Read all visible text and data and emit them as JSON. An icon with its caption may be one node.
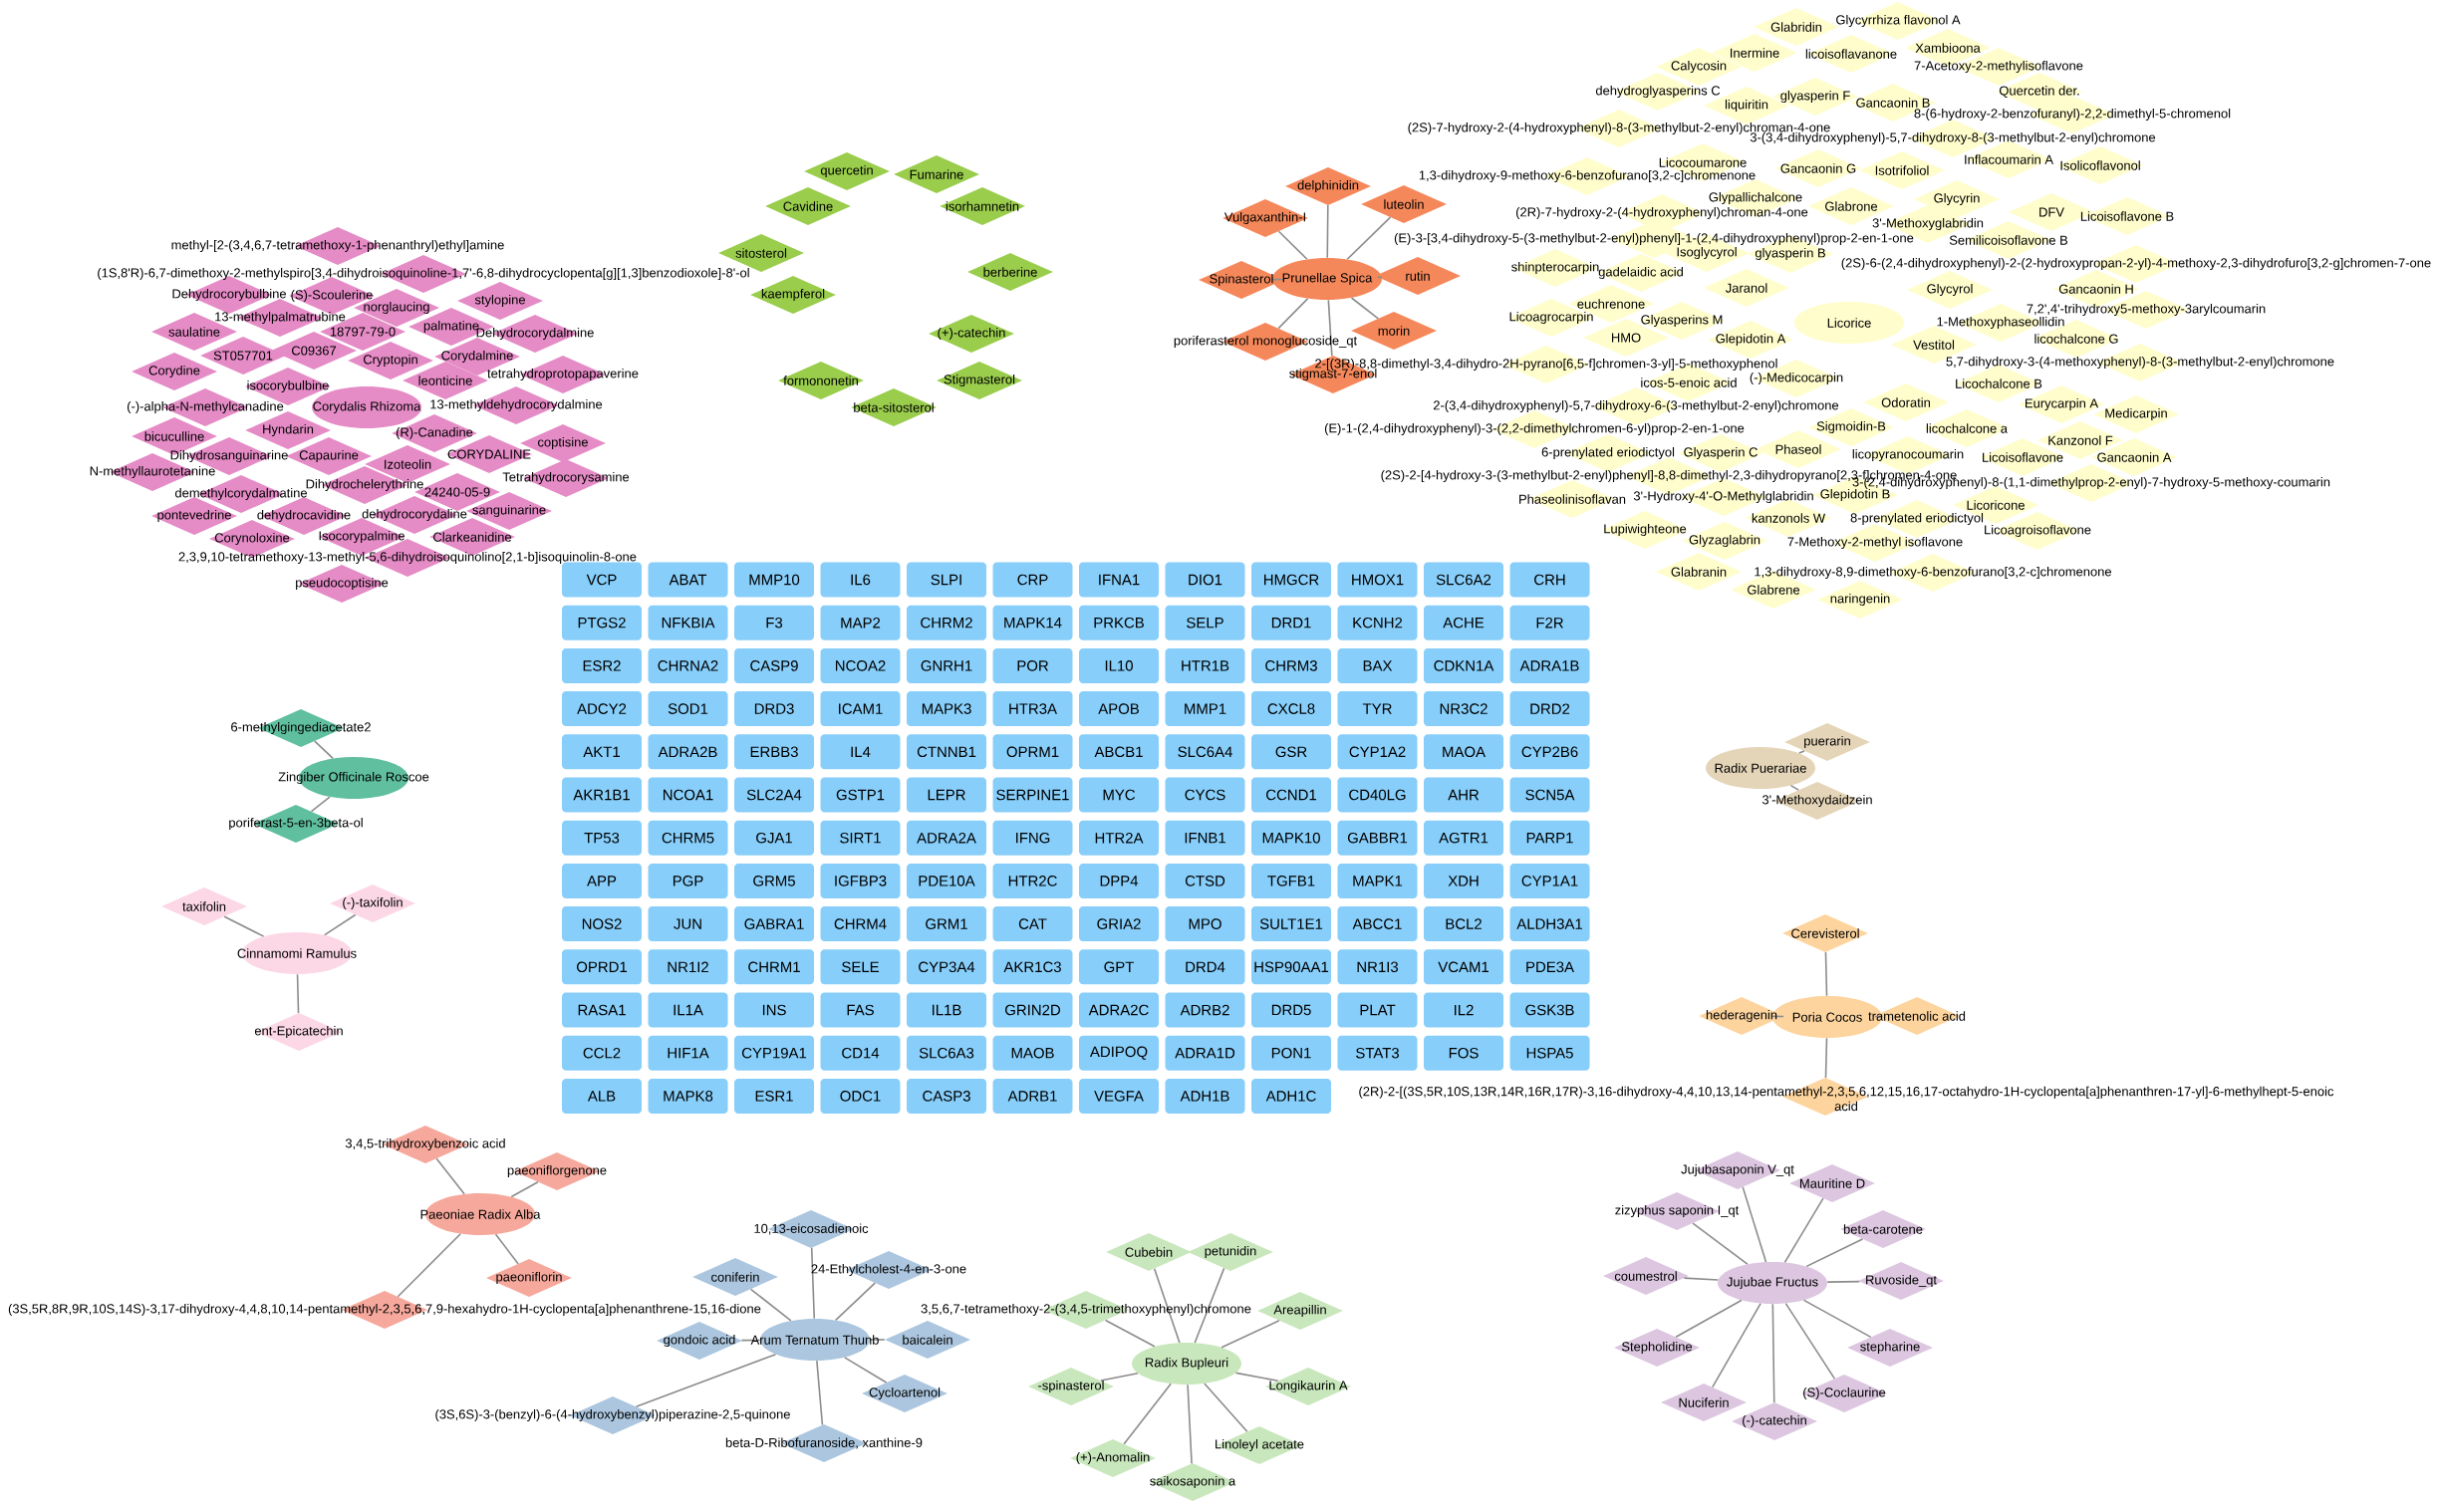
{
  "diagram": {
    "nodes": [
      {
        "text": [
          "Corydalis Rhizoma"
        ]
      },
      {
        "text": [
          "methyl-[2-(3,4,6,7-tetramethoxy-1-phenanthryl)ethyl]amine"
        ]
      },
      {
        "text": [
          "(1S,8'R)-6,7-dimethoxy-2-methylspiro[3,4-dihydroisoquinoline-1,7'-6,8-dihydrocyclopenta[g][1,3]benzodioxole]-8'-ol"
        ]
      },
      {
        "text": [
          "Dehydrocorybulbine"
        ]
      },
      {
        "text": [
          "(S)-Scoulerine"
        ]
      },
      {
        "text": [
          "norglaucing"
        ]
      },
      {
        "text": [
          "stylopine"
        ]
      },
      {
        "text": [
          "13-methylpalmatrubine"
        ]
      },
      {
        "text": [
          "saulatine"
        ]
      },
      {
        "text": [
          "18797-79-0"
        ]
      },
      {
        "text": [
          "palmatine"
        ]
      },
      {
        "text": [
          "Dehydrocorydalmine"
        ]
      },
      {
        "text": [
          "ST057701"
        ]
      },
      {
        "text": [
          "C09367"
        ]
      },
      {
        "text": [
          "Cryptopin"
        ]
      },
      {
        "text": [
          "Corydalmine"
        ]
      },
      {
        "text": [
          "Corydine"
        ]
      },
      {
        "text": [
          "leonticine"
        ]
      },
      {
        "text": [
          "tetrahydroprotopapaverine"
        ]
      },
      {
        "text": [
          "isocorybulbine"
        ]
      },
      {
        "text": [
          "(-)-alpha-N-methylcanadine"
        ]
      },
      {
        "text": [
          "13-methyldehydrocorydalmine"
        ]
      },
      {
        "text": [
          "bicuculline"
        ]
      },
      {
        "text": [
          "Hyndarin"
        ]
      },
      {
        "text": [
          "(R)-Canadine"
        ]
      },
      {
        "text": [
          "coptisine"
        ]
      },
      {
        "text": [
          "Dihydrosanguinarine"
        ]
      },
      {
        "text": [
          "Capaurine"
        ]
      },
      {
        "text": [
          "CORYDALINE"
        ]
      },
      {
        "text": [
          "N-methyllaurotetanine"
        ]
      },
      {
        "text": [
          "Izoteolin"
        ]
      },
      {
        "text": [
          "Tetrahydrocorysamine"
        ]
      },
      {
        "text": [
          "Dihydrochelerythrine"
        ]
      },
      {
        "text": [
          "demethylcorydalmatine"
        ]
      },
      {
        "text": [
          "24240-05-9"
        ]
      },
      {
        "text": [
          "pontevedrine"
        ]
      },
      {
        "text": [
          "dehydrocavidine"
        ]
      },
      {
        "text": [
          "dehydrocorydaline"
        ]
      },
      {
        "text": [
          "sanguinarine"
        ]
      },
      {
        "text": [
          "Corynoloxine"
        ]
      },
      {
        "text": [
          "Isocorypalmine"
        ]
      },
      {
        "text": [
          "Clarkeanidine"
        ]
      },
      {
        "text": [
          "2,3,9,10-tetramethoxy-13-methyl-5,6-dihydroisoquinolino[2,1-b]isoquinolin-8-one"
        ]
      },
      {
        "text": [
          "pseudocoptisine"
        ]
      },
      {
        "text": [
          "quercetin"
        ]
      },
      {
        "text": [
          "Fumarine"
        ]
      },
      {
        "text": [
          "Cavidine"
        ]
      },
      {
        "text": [
          "isorhamnetin"
        ]
      },
      {
        "text": [
          "sitosterol"
        ]
      },
      {
        "text": [
          "berberine"
        ]
      },
      {
        "text": [
          "kaempferol"
        ]
      },
      {
        "text": [
          "(+)-catechin"
        ]
      },
      {
        "text": [
          "formononetin"
        ]
      },
      {
        "text": [
          "Stigmasterol"
        ]
      },
      {
        "text": [
          "beta-sitosterol"
        ]
      },
      {
        "text": [
          "Prunellae Spica"
        ]
      },
      {
        "text": [
          "delphinidin"
        ]
      },
      {
        "text": [
          "Vulgaxanthin-I"
        ]
      },
      {
        "text": [
          "luteolin"
        ]
      },
      {
        "text": [
          "Spinasterol"
        ]
      },
      {
        "text": [
          "rutin"
        ]
      },
      {
        "text": [
          "morin"
        ]
      },
      {
        "text": [
          "poriferasterol monoglucoside_qt"
        ]
      },
      {
        "text": [
          "stigmast-7-enol"
        ]
      },
      {
        "text": [
          "Licorice"
        ]
      },
      {
        "text": [
          "Glycyrrhiza flavonol A"
        ]
      },
      {
        "text": [
          "Glabridin"
        ]
      },
      {
        "text": [
          "Xambioona"
        ]
      },
      {
        "text": [
          "Inermine"
        ]
      },
      {
        "text": [
          "licoisoflavanone"
        ]
      },
      {
        "text": [
          "Calycosin"
        ]
      },
      {
        "text": [
          "7-Acetoxy-2-methylisoflavone"
        ]
      },
      {
        "text": [
          "dehydroglyasperins C"
        ]
      },
      {
        "text": [
          "Quercetin der."
        ]
      },
      {
        "text": [
          "glyasperin F"
        ]
      },
      {
        "text": [
          "Gancaonin B"
        ]
      },
      {
        "text": [
          "liquiritin"
        ]
      },
      {
        "text": [
          "8-(6-hydroxy-2-benzofuranyl)-2,2-dimethyl-5-chromenol"
        ]
      },
      {
        "text": [
          "(2S)-7-hydroxy-2-(4-hydroxyphenyl)-8-(3-methylbut-2-enyl)chroman-4-one"
        ]
      },
      {
        "text": [
          "3-(3,4-dihydroxyphenyl)-5,7-dihydroxy-8-(3-methylbut-2-enyl)chromone"
        ]
      },
      {
        "text": [
          "Inflacoumarin A"
        ]
      },
      {
        "text": [
          "Licocoumarone"
        ]
      },
      {
        "text": [
          "Isolicoflavonol"
        ]
      },
      {
        "text": [
          "Gancaonin G"
        ]
      },
      {
        "text": [
          "Isotrifoliol"
        ]
      },
      {
        "text": [
          "1,3-dihydroxy-9-methoxy-6-benzofurano[3,2-c]chromenone"
        ]
      },
      {
        "text": [
          "Glypallichalcone"
        ]
      },
      {
        "text": [
          "Glycyrin"
        ]
      },
      {
        "text": [
          "Glabrone"
        ]
      },
      {
        "text": [
          "DFV"
        ]
      },
      {
        "text": [
          "(2R)-7-hydroxy-2-(4-hydroxyphenyl)chroman-4-one"
        ]
      },
      {
        "text": [
          "Licoisoflavone B"
        ]
      },
      {
        "text": [
          "3'-Methoxyglabridin"
        ]
      },
      {
        "text": [
          "(E)-3-[3,4-dihydroxy-5-(3-methylbut-2-enyl)phenyl]-1-(2,4-dihydroxyphenyl)prop-2-en-1-one"
        ]
      },
      {
        "text": [
          "Semilicoisoflavone B"
        ]
      },
      {
        "text": [
          "Isoglycyrol"
        ]
      },
      {
        "text": [
          "glyasperin B"
        ]
      },
      {
        "text": [
          "(2S)-6-(2,4-dihydroxyphenyl)-2-(2-hydroxypropan-2-yl)-4-methoxy-2,3-dihydrofuro[3,2-g]chromen-7-one"
        ]
      },
      {
        "text": [
          "shinpterocarpin"
        ]
      },
      {
        "text": [
          "gadelaidic acid"
        ]
      },
      {
        "text": [
          "Jaranol"
        ]
      },
      {
        "text": [
          "Gancaonin H"
        ]
      },
      {
        "text": [
          "Glycyrol"
        ]
      },
      {
        "text": [
          "euchrenone"
        ]
      },
      {
        "text": [
          "7,2',4'-trihydroxy5-methoxy-3arylcoumarin"
        ]
      },
      {
        "text": [
          "Licoagrocarpin"
        ]
      },
      {
        "text": [
          "Glyasperins M"
        ]
      },
      {
        "text": [
          "1-Methoxyphaseollidin"
        ]
      },
      {
        "text": [
          "HMO"
        ]
      },
      {
        "text": [
          "licochalcone G"
        ]
      },
      {
        "text": [
          "Glepidotin A"
        ]
      },
      {
        "text": [
          "Vestitol"
        ]
      },
      {
        "text": [
          "5,7-dihydroxy-3-(4-methoxyphenyl)-8-(3-methylbut-2-enyl)chromone"
        ]
      },
      {
        "text": [
          "2-[(3R)-8,8-dimethyl-3,4-dihydro-2H-pyrano[6,5-f]chromen-3-yl]-5-methoxyphenol"
        ]
      },
      {
        "text": [
          "(-)-Medicocarpin"
        ]
      },
      {
        "text": [
          "icos-5-enoic acid"
        ]
      },
      {
        "text": [
          "Licochalcone B"
        ]
      },
      {
        "text": [
          "Odoratin"
        ]
      },
      {
        "text": [
          "Eurycarpin A"
        ]
      },
      {
        "text": [
          "2-(3,4-dihydroxyphenyl)-5,7-dihydroxy-6-(3-methylbut-2-enyl)chromone"
        ]
      },
      {
        "text": [
          "Medicarpin"
        ]
      },
      {
        "text": [
          "Sigmoidin-B"
        ]
      },
      {
        "text": [
          "licochalcone a"
        ]
      },
      {
        "text": [
          "(E)-1-(2,4-dihydroxyphenyl)-3-(2,2-dimethylchromen-6-yl)prop-2-en-1-one"
        ]
      },
      {
        "text": [
          "Kanzonol F"
        ]
      },
      {
        "text": [
          "Phaseol"
        ]
      },
      {
        "text": [
          "6-prenylated eriodictyol"
        ]
      },
      {
        "text": [
          "Glyasperin C"
        ]
      },
      {
        "text": [
          "licopyranocoumarin"
        ]
      },
      {
        "text": [
          "Licoisoflavone"
        ]
      },
      {
        "text": [
          "Gancaonin A"
        ]
      },
      {
        "text": [
          "(2S)-2-[4-hydroxy-3-(3-methylbut-2-enyl)phenyl]-8,8-dimethyl-2,3-dihydropyrano[2,3-f]chromen-4-one"
        ]
      },
      {
        "text": [
          "3-(2,4-dihydroxyphenyl)-8-(1,1-dimethylprop-2-enyl)-7-hydroxy-5-methoxy-coumarin"
        ]
      },
      {
        "text": [
          "Glepidotin B"
        ]
      },
      {
        "text": [
          "3'-Hydroxy-4'-O-Methylglabridin"
        ]
      },
      {
        "text": [
          "Phaseolinisoflavan"
        ]
      },
      {
        "text": [
          "Licoricone"
        ]
      },
      {
        "text": [
          "kanzonols W"
        ]
      },
      {
        "text": [
          "8-prenylated eriodictyol"
        ]
      },
      {
        "text": [
          "Lupiwighteone"
        ]
      },
      {
        "text": [
          "Licoagroisoflavone"
        ]
      },
      {
        "text": [
          "Glyzaglabrin"
        ]
      },
      {
        "text": [
          "7-Methoxy-2-methyl isoflavone"
        ]
      },
      {
        "text": [
          "Glabranin"
        ]
      },
      {
        "text": [
          "1,3-dihydroxy-8,9-dimethoxy-6-benzofurano[3,2-c]chromenone"
        ]
      },
      {
        "text": [
          "Glabrene"
        ]
      },
      {
        "text": [
          "naringenin"
        ]
      },
      {
        "text": [
          "VCP"
        ]
      },
      {
        "text": [
          "ABAT"
        ]
      },
      {
        "text": [
          "MMP10"
        ]
      },
      {
        "text": [
          "IL6"
        ]
      },
      {
        "text": [
          "SLPI"
        ]
      },
      {
        "text": [
          "CRP"
        ]
      },
      {
        "text": [
          "IFNA1"
        ]
      },
      {
        "text": [
          "DIO1"
        ]
      },
      {
        "text": [
          "HMGCR"
        ]
      },
      {
        "text": [
          "HMOX1"
        ]
      },
      {
        "text": [
          "SLC6A2"
        ]
      },
      {
        "text": [
          "CRH"
        ]
      },
      {
        "text": [
          "PTGS2"
        ]
      },
      {
        "text": [
          "NFKBIA"
        ]
      },
      {
        "text": [
          "F3"
        ]
      },
      {
        "text": [
          "MAP2"
        ]
      },
      {
        "text": [
          "CHRM2"
        ]
      },
      {
        "text": [
          "MAPK14"
        ]
      },
      {
        "text": [
          "PRKCB"
        ]
      },
      {
        "text": [
          "SELP"
        ]
      },
      {
        "text": [
          "DRD1"
        ]
      },
      {
        "text": [
          "KCNH2"
        ]
      },
      {
        "text": [
          "ACHE"
        ]
      },
      {
        "text": [
          "F2R"
        ]
      },
      {
        "text": [
          "ESR2"
        ]
      },
      {
        "text": [
          "CHRNA2"
        ]
      },
      {
        "text": [
          "CASP9"
        ]
      },
      {
        "text": [
          "NCOA2"
        ]
      },
      {
        "text": [
          "GNRH1"
        ]
      },
      {
        "text": [
          "POR"
        ]
      },
      {
        "text": [
          "IL10"
        ]
      },
      {
        "text": [
          "HTR1B"
        ]
      },
      {
        "text": [
          "CHRM3"
        ]
      },
      {
        "text": [
          "BAX"
        ]
      },
      {
        "text": [
          "CDKN1A"
        ]
      },
      {
        "text": [
          "ADRA1B"
        ]
      },
      {
        "text": [
          "ADCY2"
        ]
      },
      {
        "text": [
          "SOD1"
        ]
      },
      {
        "text": [
          "DRD3"
        ]
      },
      {
        "text": [
          "ICAM1"
        ]
      },
      {
        "text": [
          "MAPK3"
        ]
      },
      {
        "text": [
          "HTR3A"
        ]
      },
      {
        "text": [
          "APOB"
        ]
      },
      {
        "text": [
          "MMP1"
        ]
      },
      {
        "text": [
          "CXCL8"
        ]
      },
      {
        "text": [
          "TYR"
        ]
      },
      {
        "text": [
          "NR3C2"
        ]
      },
      {
        "text": [
          "DRD2"
        ]
      },
      {
        "text": [
          "AKT1"
        ]
      },
      {
        "text": [
          "ADRA2B"
        ]
      },
      {
        "text": [
          "ERBB3"
        ]
      },
      {
        "text": [
          "IL4"
        ]
      },
      {
        "text": [
          "CTNNB1"
        ]
      },
      {
        "text": [
          "OPRM1"
        ]
      },
      {
        "text": [
          "ABCB1"
        ]
      },
      {
        "text": [
          "SLC6A4"
        ]
      },
      {
        "text": [
          "GSR"
        ]
      },
      {
        "text": [
          "CYP1A2"
        ]
      },
      {
        "text": [
          "MAOA"
        ]
      },
      {
        "text": [
          "CYP2B6"
        ]
      },
      {
        "text": [
          "AKR1B1"
        ]
      },
      {
        "text": [
          "NCOA1"
        ]
      },
      {
        "text": [
          "SLC2A4"
        ]
      },
      {
        "text": [
          "GSTP1"
        ]
      },
      {
        "text": [
          "LEPR"
        ]
      },
      {
        "text": [
          "SERPINE1"
        ]
      },
      {
        "text": [
          "MYC"
        ]
      },
      {
        "text": [
          "CYCS"
        ]
      },
      {
        "text": [
          "CCND1"
        ]
      },
      {
        "text": [
          "CD40LG"
        ]
      },
      {
        "text": [
          "AHR"
        ]
      },
      {
        "text": [
          "SCN5A"
        ]
      },
      {
        "text": [
          "TP53"
        ]
      },
      {
        "text": [
          "CHRM5"
        ]
      },
      {
        "text": [
          "GJA1"
        ]
      },
      {
        "text": [
          "SIRT1"
        ]
      },
      {
        "text": [
          "ADRA2A"
        ]
      },
      {
        "text": [
          "IFNG"
        ]
      },
      {
        "text": [
          "HTR2A"
        ]
      },
      {
        "text": [
          "IFNB1"
        ]
      },
      {
        "text": [
          "MAPK10"
        ]
      },
      {
        "text": [
          "GABBR1"
        ]
      },
      {
        "text": [
          "AGTR1"
        ]
      },
      {
        "text": [
          "PARP1"
        ]
      },
      {
        "text": [
          "APP"
        ]
      },
      {
        "text": [
          "PGP"
        ]
      },
      {
        "text": [
          "GRM5"
        ]
      },
      {
        "text": [
          "IGFBP3"
        ]
      },
      {
        "text": [
          "PDE10A"
        ]
      },
      {
        "text": [
          "HTR2C"
        ]
      },
      {
        "text": [
          "DPP4"
        ]
      },
      {
        "text": [
          "CTSD"
        ]
      },
      {
        "text": [
          "TGFB1"
        ]
      },
      {
        "text": [
          "MAPK1"
        ]
      },
      {
        "text": [
          "XDH"
        ]
      },
      {
        "text": [
          "CYP1A1"
        ]
      },
      {
        "text": [
          "NOS2"
        ]
      },
      {
        "text": [
          "JUN"
        ]
      },
      {
        "text": [
          "GABRA1"
        ]
      },
      {
        "text": [
          "CHRM4"
        ]
      },
      {
        "text": [
          "GRM1"
        ]
      },
      {
        "text": [
          "CAT"
        ]
      },
      {
        "text": [
          "GRIA2"
        ]
      },
      {
        "text": [
          "MPO"
        ]
      },
      {
        "text": [
          "SULT1E1"
        ]
      },
      {
        "text": [
          "ABCC1"
        ]
      },
      {
        "text": [
          "BCL2"
        ]
      },
      {
        "text": [
          "ALDH3A1"
        ]
      },
      {
        "text": [
          "OPRD1"
        ]
      },
      {
        "text": [
          "NR1I2"
        ]
      },
      {
        "text": [
          "CHRM1"
        ]
      },
      {
        "text": [
          "SELE"
        ]
      },
      {
        "text": [
          "CYP3A4"
        ]
      },
      {
        "text": [
          "AKR1C3"
        ]
      },
      {
        "text": [
          "GPT"
        ]
      },
      {
        "text": [
          "DRD4"
        ]
      },
      {
        "text": [
          "HSP90AA1"
        ]
      },
      {
        "text": [
          "NR1I3"
        ]
      },
      {
        "text": [
          "VCAM1"
        ]
      },
      {
        "text": [
          "PDE3A"
        ]
      },
      {
        "text": [
          "RASA1"
        ]
      },
      {
        "text": [
          "IL1A"
        ]
      },
      {
        "text": [
          "INS"
        ]
      },
      {
        "text": [
          "FAS"
        ]
      },
      {
        "text": [
          "IL1B"
        ]
      },
      {
        "text": [
          "GRIN2D"
        ]
      },
      {
        "text": [
          "ADRA2C"
        ]
      },
      {
        "text": [
          "ADRB2"
        ]
      },
      {
        "text": [
          "DRD5"
        ]
      },
      {
        "text": [
          "PLAT"
        ]
      },
      {
        "text": [
          "IL2"
        ]
      },
      {
        "text": [
          "GSK3B"
        ]
      },
      {
        "text": [
          "CCL2"
        ]
      },
      {
        "text": [
          "HIF1A"
        ]
      },
      {
        "text": [
          "CYP19A1"
        ]
      },
      {
        "text": [
          "CD14"
        ]
      },
      {
        "text": [
          "SLC6A3"
        ]
      },
      {
        "text": [
          "MAOB"
        ]
      },
      {
        "text": [
          "ADIPOQ"
        ]
      },
      {
        "text": [
          "ADRA1D"
        ]
      },
      {
        "text": [
          "PON1"
        ]
      },
      {
        "text": [
          "STAT3"
        ]
      },
      {
        "text": [
          "FOS"
        ]
      },
      {
        "text": [
          "HSPA5"
        ]
      },
      {
        "text": [
          "ALB"
        ]
      },
      {
        "text": [
          "MAPK8"
        ]
      },
      {
        "text": [
          "ESR1"
        ]
      },
      {
        "text": [
          "ODC1"
        ]
      },
      {
        "text": [
          "CASP3"
        ]
      },
      {
        "text": [
          "ADRB1"
        ]
      },
      {
        "text": [
          "VEGFA"
        ]
      },
      {
        "text": [
          "ADH1B"
        ]
      },
      {
        "text": [
          "ADH1C"
        ]
      },
      {
        "text": [
          "Zingiber Officinale Roscoe"
        ]
      },
      {
        "text": [
          "6-methylgingediacetate2"
        ]
      },
      {
        "text": [
          "poriferast-5-en-3beta-ol"
        ]
      },
      {
        "text": [
          "Cinnamomi Ramulus"
        ]
      },
      {
        "text": [
          "taxifolin"
        ]
      },
      {
        "text": [
          "(-)-taxifolin"
        ]
      },
      {
        "text": [
          "ent-Epicatechin"
        ]
      },
      {
        "text": [
          "Radix Puerariae"
        ]
      },
      {
        "text": [
          "puerarin"
        ]
      },
      {
        "text": [
          "3'-Methoxydaidzein"
        ]
      },
      {
        "text": [
          "Poria Cocos"
        ]
      },
      {
        "text": [
          "Cerevisterol"
        ]
      },
      {
        "text": [
          "hederagenin"
        ]
      },
      {
        "text": [
          "trametenolic acid"
        ]
      },
      {
        "text": [
          "(2R)-2-[(3S,5R,10S,13R,14R,16R,17R)-3,16-dihydroxy-4,4,10,13,14-pentamethyl-2,3,5,6,12,15,16,17-octahydro-1H-cyclopenta[a]phenanthren-17-yl]-6-methylhept-5-enoic acid"
        ]
      },
      {
        "text": [
          "Paeoniae Radix Alba"
        ]
      },
      {
        "text": [
          "3,4,5-trihydroxybenzoic acid"
        ]
      },
      {
        "text": [
          "paeoniflorgenone"
        ]
      },
      {
        "text": [
          "(3S,5R,8R,9R,10S,14S)-3,17-dihydroxy-4,4,8,10,14-pentamethyl-2,3,5,6,7,9-hexahydro-1H-cyclopenta[a]phenanthrene-15,16-dione"
        ]
      },
      {
        "text": [
          "paeoniflorin"
        ]
      },
      {
        "text": [
          "Arum Ternatum Thunb"
        ]
      },
      {
        "text": [
          "10,13-eicosadienoic"
        ]
      },
      {
        "text": [
          "24-Ethylcholest-4-en-3-one"
        ]
      },
      {
        "text": [
          "coniferin"
        ]
      },
      {
        "text": [
          "gondoic acid"
        ]
      },
      {
        "text": [
          "baicalein"
        ]
      },
      {
        "text": [
          "Cycloartenol"
        ]
      },
      {
        "text": [
          "(3S,6S)-3-(benzyl)-6-(4-hydroxybenzyl)piperazine-2,5-quinone"
        ]
      },
      {
        "text": [
          "beta-D-Ribofuranoside, xanthine-9"
        ]
      },
      {
        "text": [
          "Radix Bupleuri"
        ]
      },
      {
        "text": [
          "Cubebin"
        ]
      },
      {
        "text": [
          "petunidin"
        ]
      },
      {
        "text": [
          "3,5,6,7-tetramethoxy-2-(3,4,5-trimethoxyphenyl)chromone"
        ]
      },
      {
        "text": [
          "Areapillin"
        ]
      },
      {
        "text": [
          "-spinasterol"
        ]
      },
      {
        "text": [
          "Longikaurin A"
        ]
      },
      {
        "text": [
          "Linoleyl acetate"
        ]
      },
      {
        "text": [
          "(+)-Anomalin"
        ]
      },
      {
        "text": [
          "saikosaponin a"
        ]
      },
      {
        "text": [
          "Jujubae Fructus"
        ]
      },
      {
        "text": [
          "Jujubasaponin V_qt"
        ]
      },
      {
        "text": [
          "Mauritine D"
        ]
      },
      {
        "text": [
          "zizyphus saponin I_qt"
        ]
      },
      {
        "text": [
          "beta-carotene"
        ]
      },
      {
        "text": [
          "coumestrol"
        ]
      },
      {
        "text": [
          "Ruvoside_qt"
        ]
      },
      {
        "text": [
          "Stepholidine"
        ]
      },
      {
        "text": [
          "stepharine"
        ]
      },
      {
        "text": [
          "(S)-Coclaurine"
        ]
      },
      {
        "text": [
          "Nuciferin"
        ]
      },
      {
        "text": [
          "(-)-catechin"
        ]
      }
    ],
    "edges": [
      {
        "from": 55,
        "to": 56,
        "arrow": "none"
      },
      {
        "from": 55,
        "to": 57,
        "arrow": "none"
      },
      {
        "from": 55,
        "to": 58,
        "arrow": "none"
      },
      {
        "from": 55,
        "to": 59,
        "arrow": "none"
      },
      {
        "from": 55,
        "to": 60,
        "arrow": "none"
      },
      {
        "from": 55,
        "to": 61,
        "arrow": "none"
      },
      {
        "from": 55,
        "to": 62,
        "arrow": "none"
      },
      {
        "from": 55,
        "to": 63,
        "arrow": "none"
      },
      {
        "from": 300,
        "to": 301,
        "arrow": "none"
      },
      {
        "from": 300,
        "to": 302,
        "arrow": "none"
      },
      {
        "from": 303,
        "to": 304,
        "arrow": "none"
      },
      {
        "from": 303,
        "to": 305,
        "arrow": "none"
      },
      {
        "from": 303,
        "to": 306,
        "arrow": "none"
      },
      {
        "from": 307,
        "to": 308,
        "arrow": "none"
      },
      {
        "from": 307,
        "to": 309,
        "arrow": "none"
      },
      {
        "from": 310,
        "to": 311,
        "arrow": "none"
      },
      {
        "from": 310,
        "to": 312,
        "arrow": "none"
      },
      {
        "from": 310,
        "to": 313,
        "arrow": "none"
      },
      {
        "from": 310,
        "to": 314,
        "arrow": "none"
      },
      {
        "from": 315,
        "to": 316,
        "arrow": "none"
      },
      {
        "from": 315,
        "to": 317,
        "arrow": "none"
      },
      {
        "from": 315,
        "to": 318,
        "arrow": "none"
      },
      {
        "from": 315,
        "to": 319,
        "arrow": "none"
      },
      {
        "from": 320,
        "to": 321,
        "arrow": "none"
      },
      {
        "from": 320,
        "to": 322,
        "arrow": "none"
      },
      {
        "from": 320,
        "to": 323,
        "arrow": "none"
      },
      {
        "from": 320,
        "to": 324,
        "arrow": "none"
      },
      {
        "from": 320,
        "to": 325,
        "arrow": "none"
      },
      {
        "from": 320,
        "to": 326,
        "arrow": "none"
      },
      {
        "from": 320,
        "to": 327,
        "arrow": "none"
      },
      {
        "from": 320,
        "to": 328,
        "arrow": "none"
      },
      {
        "from": 329,
        "to": 330,
        "arrow": "none"
      },
      {
        "from": 329,
        "to": 331,
        "arrow": "none"
      },
      {
        "from": 329,
        "to": 332,
        "arrow": "none"
      },
      {
        "from": 329,
        "to": 333,
        "arrow": "none"
      },
      {
        "from": 329,
        "to": 334,
        "arrow": "none"
      },
      {
        "from": 329,
        "to": 335,
        "arrow": "none"
      },
      {
        "from": 329,
        "to": 336,
        "arrow": "none"
      },
      {
        "from": 329,
        "to": 337,
        "arrow": "none"
      },
      {
        "from": 329,
        "to": 338,
        "arrow": "none"
      },
      {
        "from": 339,
        "to": 340,
        "arrow": "none"
      },
      {
        "from": 339,
        "to": 341,
        "arrow": "none"
      },
      {
        "from": 339,
        "to": 342,
        "arrow": "none"
      },
      {
        "from": 339,
        "to": 343,
        "arrow": "none"
      },
      {
        "from": 339,
        "to": 344,
        "arrow": "none"
      },
      {
        "from": 339,
        "to": 345,
        "arrow": "none"
      },
      {
        "from": 339,
        "to": 346,
        "arrow": "none"
      },
      {
        "from": 339,
        "to": 347,
        "arrow": "none"
      },
      {
        "from": 339,
        "to": 348,
        "arrow": "none"
      },
      {
        "from": 339,
        "to": 349,
        "arrow": "none"
      },
      {
        "from": 339,
        "to": 350,
        "arrow": "none"
      }
    ]
  }
}
